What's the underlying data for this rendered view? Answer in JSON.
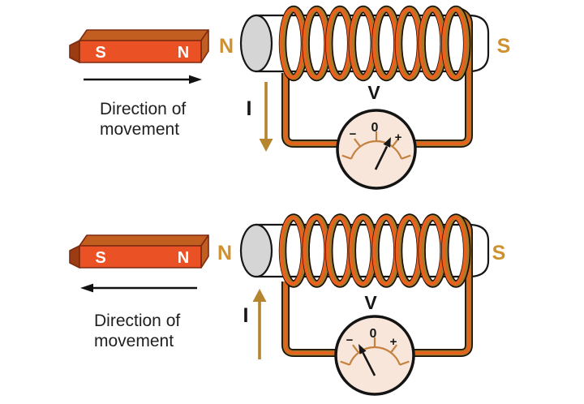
{
  "colors": {
    "coil_orange": "#ed5f1d",
    "coil_gold": "#a87b28",
    "wire_outline": "#1c1208",
    "magnet_front": "#ea5226",
    "magnet_top": "#c25e20",
    "magnet_side": "#9c3c12",
    "magnet_outline": "#7d2a10",
    "pole_label_gold": "#cf9130",
    "current_arrow": "#b5862e",
    "cylinder_fill": "#ffffff",
    "cylinder_cap": "#d5d5d5",
    "meter_face": "#f8e6da",
    "meter_scale": "#c5813f",
    "arrow_black": "#111111"
  },
  "diagrams": [
    {
      "magnet": {
        "left_pole": "S",
        "right_pole": "N"
      },
      "movement": {
        "line1": "Direction of",
        "line2": "movement",
        "direction": "right"
      },
      "coil": {
        "left_label": "N",
        "right_label": "S",
        "turns": 8
      },
      "current": {
        "label": "I",
        "direction": "down"
      },
      "meter": {
        "label": "V",
        "zero": "0",
        "minus": "−",
        "plus": "+",
        "needle": "toward plus"
      }
    },
    {
      "magnet": {
        "left_pole": "S",
        "right_pole": "N"
      },
      "movement": {
        "line1": "Direction of",
        "line2": "movement",
        "direction": "left"
      },
      "coil": {
        "left_label": "N",
        "right_label": "S",
        "turns": 8
      },
      "current": {
        "label": "I",
        "direction": "up"
      },
      "meter": {
        "label": "V",
        "zero": "0",
        "minus": "−",
        "plus": "+",
        "needle": "toward minus"
      }
    }
  ]
}
